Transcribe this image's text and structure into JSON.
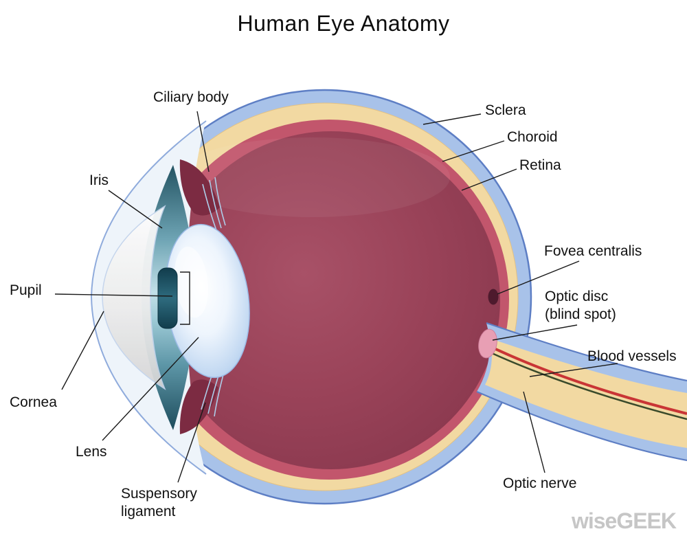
{
  "title": "Human Eye Anatomy",
  "watermark": "wiseGEEK",
  "labels": {
    "ciliary_body": "Ciliary body",
    "sclera": "Sclera",
    "choroid": "Choroid",
    "retina": "Retina",
    "iris": "Iris",
    "fovea_centralis": "Fovea centralis",
    "optic_disc": "Optic disc\n(blind spot)",
    "blood_vessels": "Blood vessels",
    "pupil": "Pupil",
    "cornea": "Cornea",
    "lens": "Lens",
    "suspensory_ligament": "Suspensory\nligament",
    "optic_nerve": "Optic nerve"
  },
  "colors": {
    "sclera_blue": "#a8c2e9",
    "sclera_outline": "#5d7ec4",
    "sclera_inner_cream": "#f2d9a2",
    "choroid_red": "#c2566c",
    "retina_maroon": "#9a4359",
    "lens_blue": "#c3d9f2",
    "iris_teal": "#2e6b7e",
    "pupil_dark": "#113c4c",
    "ciliary_maroon": "#7c2b42",
    "optic_disc_pink": "#e89fb4",
    "fovea_dark": "#4e1a2d",
    "vessel_red": "#c93535",
    "vessel_dark": "#3a4a2a",
    "label_text": "#111111",
    "watermark_gray": "#c6c6c6"
  }
}
